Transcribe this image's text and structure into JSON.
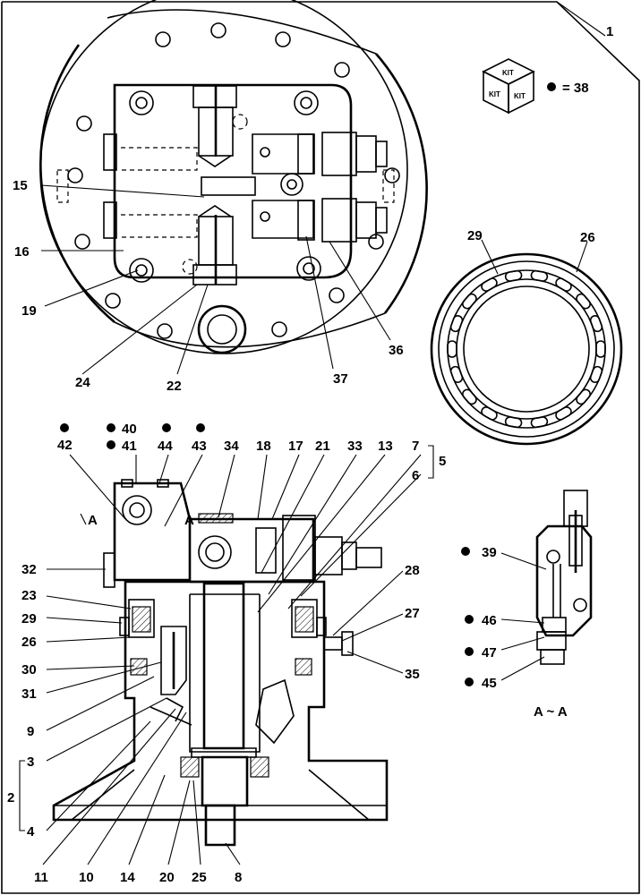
{
  "callouts": {
    "c1": "1",
    "c15": "15",
    "c16": "16",
    "c19": "19",
    "c24": "24",
    "c22": "22",
    "c37": "37",
    "c36": "36",
    "c29a": "29",
    "c26a": "26",
    "c42": "42",
    "c41": "41",
    "c40": "40",
    "c44": "44",
    "c43": "43",
    "c34": "34",
    "c18": "18",
    "c17": "17",
    "c21": "21",
    "c33": "33",
    "c13": "13",
    "c7": "7",
    "c6": "6",
    "c5": "5",
    "c32": "32",
    "c23": "23",
    "c29b": "29",
    "c26b": "26",
    "c30": "30",
    "c31": "31",
    "c9": "9",
    "c3a": "3",
    "c3b": "3",
    "c2": "2",
    "c4": "4",
    "c28": "28",
    "c27": "27",
    "c35": "35",
    "c39": "39",
    "c46": "46",
    "c47": "47",
    "c45": "45",
    "c11": "11",
    "c10": "10",
    "c14": "14",
    "c20": "20",
    "c25": "25",
    "c8": "8"
  },
  "kit": {
    "label_top": "KIT",
    "label_left": "KIT",
    "label_right": "KIT",
    "legend": "= 38"
  },
  "view_labels": {
    "section_a_left": "A",
    "section_a_right": "A",
    "view_caption": "A ~ A"
  },
  "colors": {
    "ink": "#000000",
    "paper": "#ffffff"
  },
  "icons": {
    "kit_marker": "bullet-dot-icon",
    "kit_box": "kit-cube-icon"
  }
}
